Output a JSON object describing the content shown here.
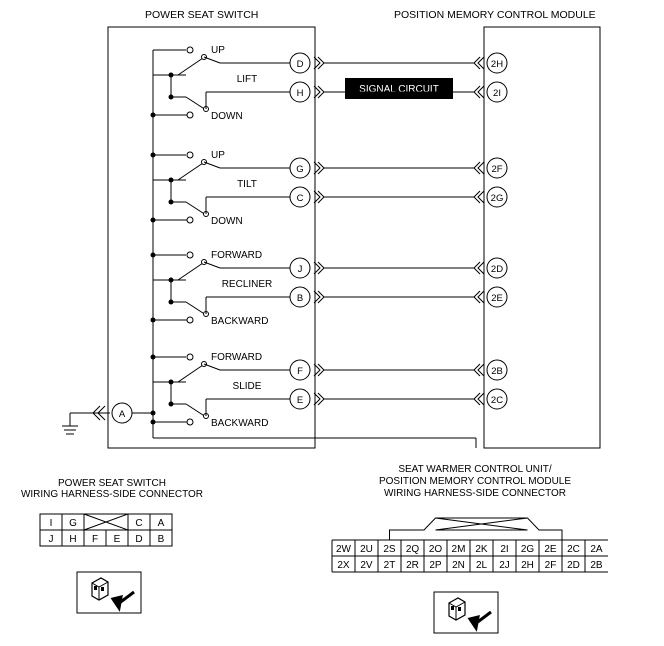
{
  "titles": {
    "switch": "POWER SEAT SWITCH",
    "module": "POSITION MEMORY CONTROL  MODULE"
  },
  "signal_label": "SIGNAL CIRCUIT",
  "ground_terminal": "A",
  "groups": [
    {
      "name": "LIFT",
      "upper": "UP",
      "lower": "DOWN",
      "upper_pin": "D",
      "lower_pin": "H",
      "upper_module": "2H",
      "lower_module": "2I"
    },
    {
      "name": "TILT",
      "upper": "UP",
      "lower": "DOWN",
      "upper_pin": "G",
      "lower_pin": "C",
      "upper_module": "2F",
      "lower_module": "2G"
    },
    {
      "name": "RECLINER",
      "upper": "FORWARD",
      "lower": "BACKWARD",
      "upper_pin": "J",
      "lower_pin": "B",
      "upper_module": "2D",
      "lower_module": "2E"
    },
    {
      "name": "SLIDE",
      "upper": "FORWARD",
      "lower": "BACKWARD",
      "upper_pin": "F",
      "lower_pin": "E",
      "upper_module": "2B",
      "lower_module": "2C"
    }
  ],
  "switch_connector": {
    "title_line1": "POWER SEAT SWITCH",
    "title_line2": "WIRING HARNESS-SIDE CONNECTOR",
    "row1": [
      "I",
      "G",
      "",
      "C",
      "A"
    ],
    "row2": [
      "J",
      "H",
      "F",
      "E",
      "D",
      "B"
    ]
  },
  "module_connector": {
    "title_line1": "SEAT WARMER CONTROL UNIT/",
    "title_line2": "POSITION MEMORY CONTROL MODULE",
    "title_line3": "WIRING HARNESS-SIDE CONNECTOR",
    "row1": [
      "2W",
      "2U",
      "2S",
      "2Q",
      "2O",
      "2M",
      "2K",
      "2I",
      "2G",
      "2E",
      "2C",
      "2A"
    ],
    "row2": [
      "2X",
      "2V",
      "2T",
      "2R",
      "2P",
      "2N",
      "2L",
      "2J",
      "2H",
      "2F",
      "2D",
      "2B"
    ]
  }
}
